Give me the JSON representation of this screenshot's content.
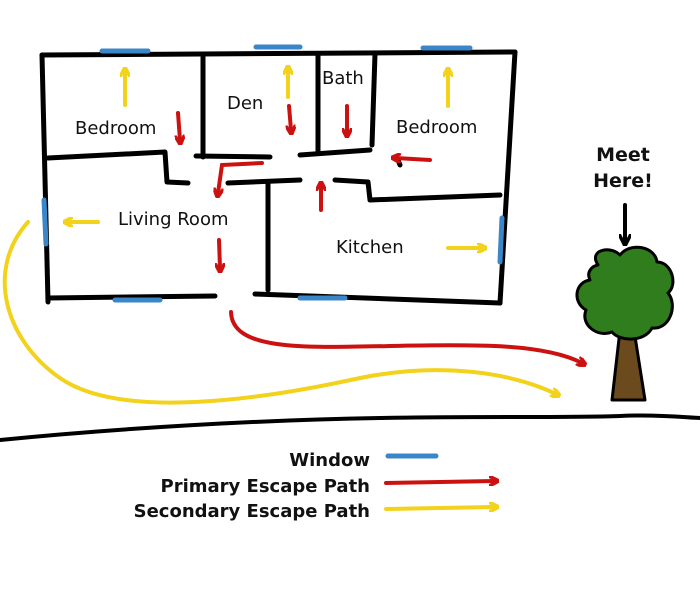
{
  "rooms": {
    "bedroom_left": "Bedroom",
    "den": "Den",
    "bath": "Bath",
    "bedroom_right": "Bedroom",
    "living_room": "Living Room",
    "kitchen": "Kitchen"
  },
  "meet": {
    "line1": "Meet",
    "line2": "Here!"
  },
  "legend": {
    "window": "Window",
    "primary": "Primary Escape Path",
    "secondary": "Secondary Escape Path"
  },
  "colors": {
    "window": "#3a86c8",
    "primary": "#cc1111",
    "secondary": "#f2d21b",
    "tree_leaves": "#2f7d1c",
    "tree_trunk": "#6b4a1e",
    "wall": "#000000"
  }
}
